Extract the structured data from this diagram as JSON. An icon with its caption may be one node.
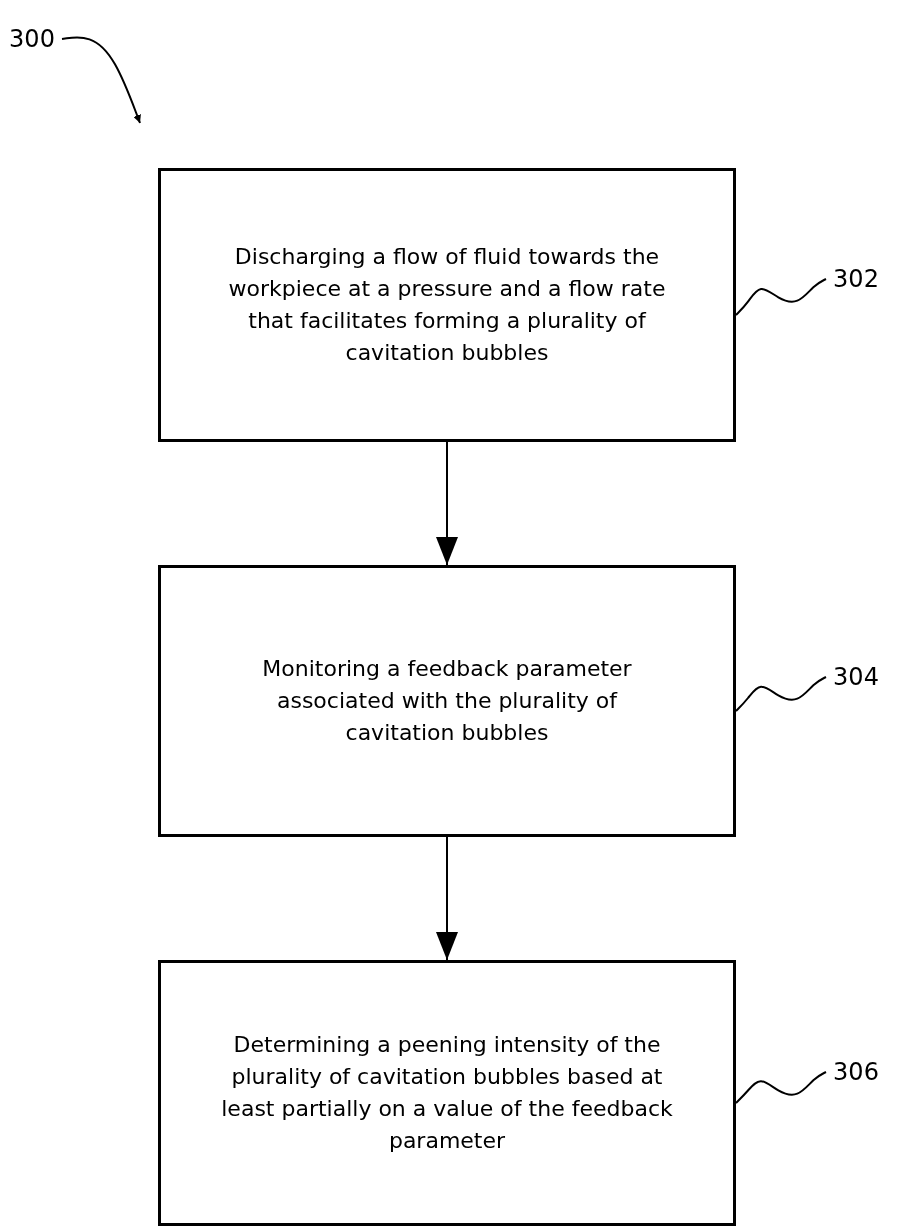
{
  "diagram": {
    "nodes": [
      {
        "text": [
          "300"
        ]
      },
      {
        "text": [
          "Discharging a flow of fluid towards the workpiece at a pressure and a flow rate that facilitates forming a plurality of cavitation bubbles"
        ]
      },
      {
        "text": [
          "302"
        ]
      },
      {
        "text": [
          "Monitoring a feedback parameter associated with the plurality of cavitation bubbles"
        ]
      },
      {
        "text": [
          "304"
        ]
      },
      {
        "text": [
          "Determining a peening intensity of the plurality of cavitation bubbles based at least partially on a value of the feedback parameter"
        ]
      },
      {
        "text": [
          "306"
        ]
      }
    ],
    "edges": [
      {
        "from": 0,
        "to": null,
        "arrow": "to"
      },
      {
        "from": 1,
        "to": 3,
        "arrow": "to"
      },
      {
        "from": 3,
        "to": 5,
        "arrow": "to"
      },
      {
        "from": 2,
        "to": 1,
        "arrow": "none"
      },
      {
        "from": 4,
        "to": 3,
        "arrow": "none"
      },
      {
        "from": 6,
        "to": 5,
        "arrow": "none"
      }
    ]
  }
}
